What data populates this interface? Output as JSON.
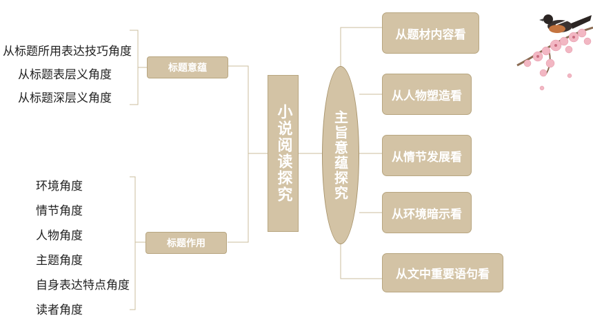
{
  "center": {
    "title": "小说阅读探究"
  },
  "left_top": {
    "label": "标题意蕴",
    "items": [
      "从标题所用表达技巧角度",
      "从标题表层义角度",
      "从标题深层义角度"
    ]
  },
  "left_bottom": {
    "label": "标题作用",
    "items": [
      "环境角度",
      "情节角度",
      "人物角度",
      "主题角度",
      "自身表达特点角度",
      "读者角度"
    ]
  },
  "oval": {
    "label": "主旨意蕴探究"
  },
  "right": {
    "items": [
      "从题材内容看",
      "从人物塑造看",
      "从情节发展看",
      "从环境暗示看",
      "从文中重要语句看"
    ]
  },
  "colors": {
    "box": "#d3c3a5",
    "line": "#cbbd9e"
  },
  "icons": {
    "decoration": "bird-on-blossom-branch-icon"
  }
}
